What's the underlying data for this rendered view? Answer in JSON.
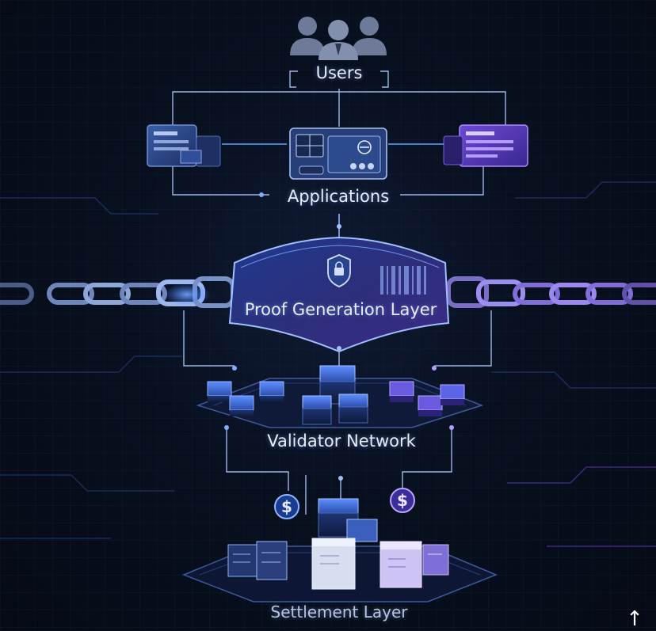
{
  "layers": {
    "users": "Users",
    "applications": "Applications",
    "proof_generation": "Proof Generation Layer",
    "validator_network": "Validator Network",
    "settlement": "Settlement Layer"
  },
  "currency_symbol": "$",
  "scroll_icon": "arrow-up-icon",
  "colors": {
    "background": "#070d1a",
    "accent_blue": "#3d7dff",
    "accent_purple": "#8a5cff",
    "line": "#8fb4ff"
  }
}
